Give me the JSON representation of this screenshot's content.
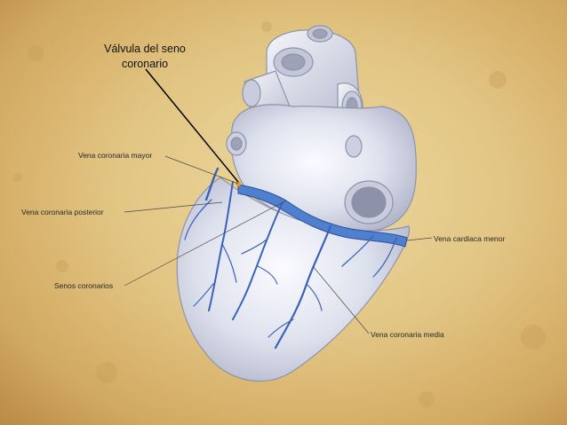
{
  "title_label": {
    "line1": "Válvula del seno",
    "line2": "coronario"
  },
  "labels": {
    "vena_coronaria_mayor": "Vena coronaria mayor",
    "vena_coronaria_posterior": "Vena coronaria posterior",
    "senos_coronarios": "Senos coronarios",
    "vena_cardiaca_menor": "Vena cardiaca menor",
    "vena_coronaria_media": "Vena coronaria media"
  },
  "colors": {
    "background": "#e2c583",
    "heart": "#e4e6f0",
    "vein": "#3a63b8",
    "sinus": "#4f7fcf",
    "leader": "#4a4a4a",
    "pointer": "#000000"
  }
}
